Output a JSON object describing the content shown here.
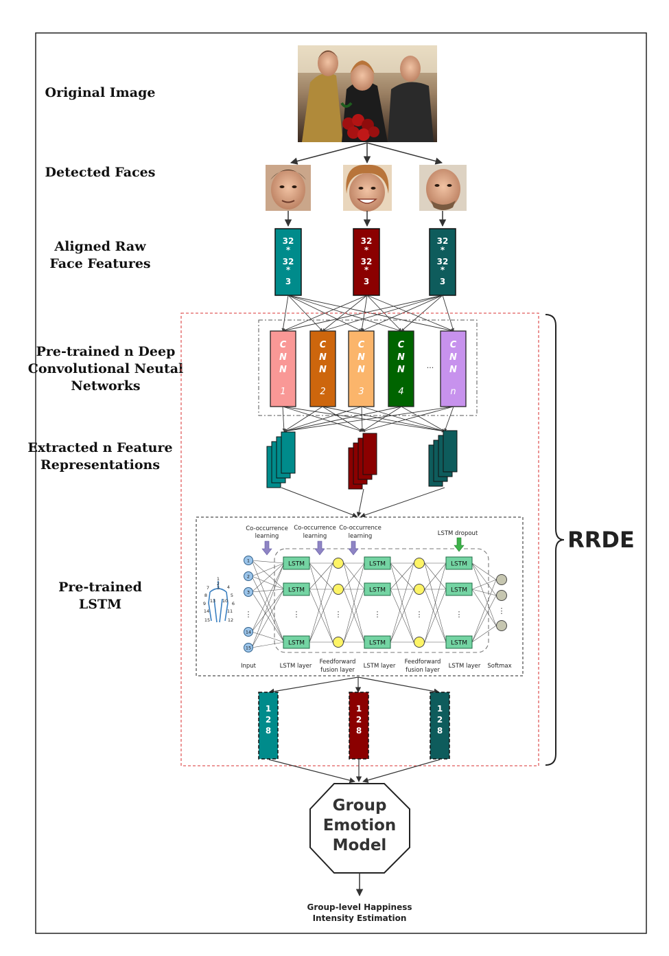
{
  "stages": {
    "original_image": "Original Image",
    "detected_faces": "Detected Faces",
    "aligned_line1": "Aligned Raw",
    "aligned_line2": "Face Features",
    "cnn_line1": "Pre-trained n Deep",
    "cnn_line2": "Convolutional Neutal",
    "cnn_line3": "Networks",
    "feat_line1": "Extracted n Feature",
    "feat_line2": "Representations",
    "lstm_line1": "Pre-trained",
    "lstm_line2": "LSTM"
  },
  "face_feature_box": {
    "lines": [
      "32",
      "*",
      "32",
      "*",
      "3"
    ]
  },
  "cnn_blocks": [
    {
      "letters": [
        "C",
        "N",
        "N"
      ],
      "index": "1",
      "color": "#f99896"
    },
    {
      "letters": [
        "C",
        "N",
        "N"
      ],
      "index": "2",
      "color": "#cd660d"
    },
    {
      "letters": [
        "C",
        "N",
        "N"
      ],
      "index": "3",
      "color": "#fbb56b"
    },
    {
      "letters": [
        "C",
        "N",
        "N"
      ],
      "index": "4",
      "color": "#006400"
    },
    {
      "letters": [
        "C",
        "N",
        "N"
      ],
      "index": "n",
      "color": "#c792ed"
    }
  ],
  "cnn_ellipsis": "...",
  "colors": {
    "teal": "#008b8b",
    "red": "#8b0000",
    "dark_teal": "#0e5c5c",
    "rrde_border": "#e05a5a"
  },
  "lstm_diagram": {
    "annotations": [
      "Co-occurrence",
      "learning",
      "Co-occurrence",
      "learning",
      "Co-occurrence",
      "learning",
      "LSTM dropout"
    ],
    "cell_label": "LSTM",
    "input_nodes": [
      "1",
      "2",
      "3",
      "14",
      "15"
    ],
    "skeleton_numbers": [
      "1",
      "2",
      "3",
      "4",
      "5",
      "6",
      "7",
      "8",
      "9",
      "10",
      "11",
      "12",
      "13",
      "14",
      "15"
    ],
    "vertical_ellipsis": "⋮",
    "layer_labels": [
      "Input",
      "LSTM layer",
      "Feedforward",
      "fusion layer",
      "LSTM layer",
      "Feedforward",
      "fusion layer",
      "LSTM layer",
      "Softmax"
    ]
  },
  "output_vector_box": {
    "lines": [
      "1",
      "2",
      "8"
    ]
  },
  "bracket_label": "RRDE",
  "group_model": {
    "line1": "Group",
    "line2": "Emotion",
    "line3": "Model"
  },
  "final_output": {
    "line1": "Group-level Happiness",
    "line2": "Intensity Estimation"
  }
}
